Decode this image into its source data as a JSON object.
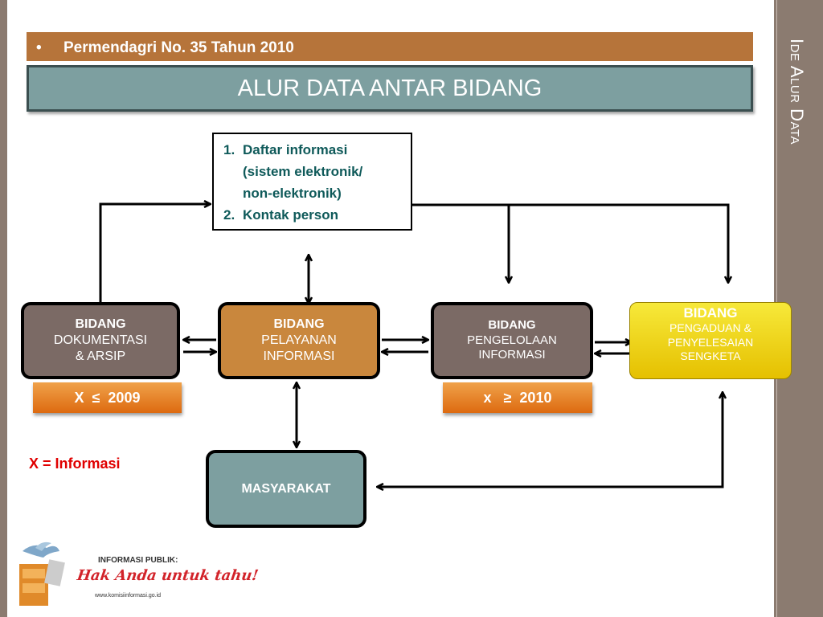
{
  "slide": {
    "side_title": "Ide Alur Data",
    "bullet_marker": "•",
    "bullet_text": "Permendagri No. 35 Tahun 2010",
    "title": "ALUR DATA ANTAR BIDANG"
  },
  "info_box": {
    "items": [
      {
        "num": "1.",
        "lines": [
          "Daftar informasi",
          "(sistem elektronik/",
          "non-elektronik)"
        ]
      },
      {
        "num": "2.",
        "lines": [
          "Kontak person"
        ]
      }
    ]
  },
  "nodes": {
    "dokumentasi": {
      "l1": "BIDANG",
      "l2": "DOKUMENTASI",
      "l3": "& ARSIP"
    },
    "pelayanan": {
      "l1": "BIDANG",
      "l2": "PELAYANAN",
      "l3": "INFORMASI"
    },
    "pengelolaan": {
      "l1": "BIDANG",
      "l2": "PENGELOLAAN",
      "l3": "INFORMASI"
    },
    "pengaduan": {
      "l1": "BIDANG",
      "l2": "PENGADUAN &",
      "l3": "PENYELESAIAN",
      "l4": "SENGKETA"
    },
    "masyarakat": {
      "l1": "MASYARAKAT"
    }
  },
  "badges": {
    "b1": "X  ≤  2009",
    "b2": "x   ≥  2010"
  },
  "legend": "X = Informasi",
  "logo": {
    "line1": "INFORMASI PUBLIK:",
    "line2": "Hak Anda untuk tahu!",
    "line3": "www.komisiinformasi.go.id"
  },
  "colors": {
    "bullet_bar": "#b6743a",
    "title_bar": "#7d9fa0",
    "side_panel": "#8b7b70",
    "info_text": "#0f5a5a",
    "legend": "#e00000",
    "pengaduan": "#f2dc1e"
  }
}
